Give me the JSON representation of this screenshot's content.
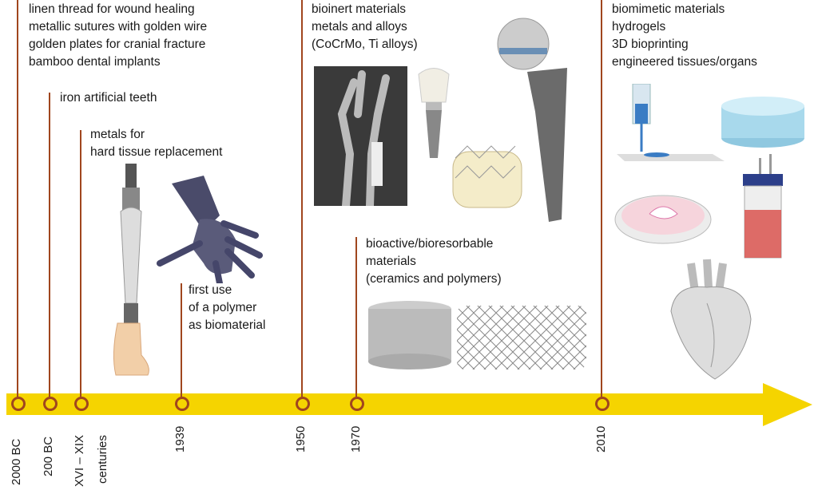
{
  "events": [
    {
      "date": "2000 BC",
      "lines": [
        "linen thread for wound healing",
        "metallic sutures with golden wire",
        "golden plates for cranial fracture",
        "bamboo dental implants"
      ]
    },
    {
      "date": "200 BC",
      "lines": [
        "iron artificial teeth"
      ]
    },
    {
      "date": "XVI – XIX",
      "date2": "centuries",
      "lines": [
        "metals for",
        "hard tissue replacement"
      ]
    },
    {
      "date": "1939",
      "lines": [
        "first use",
        "of a polymer",
        "as biomaterial"
      ]
    },
    {
      "date": "1950",
      "lines": [
        "bioinert materials",
        "metals and alloys",
        "(CoCrMo, Ti alloys)"
      ]
    },
    {
      "date": "1970",
      "lines": [
        "bioactive/bioresorbable",
        "materials",
        "(ceramics and polymers)"
      ]
    },
    {
      "date": "2010",
      "lines": [
        "biomimetic materials",
        "hydrogels",
        "3D bioprinting",
        "engineered tissues/organs"
      ]
    }
  ],
  "colors": {
    "axis": "#f5d400",
    "line": "#a0461e"
  }
}
